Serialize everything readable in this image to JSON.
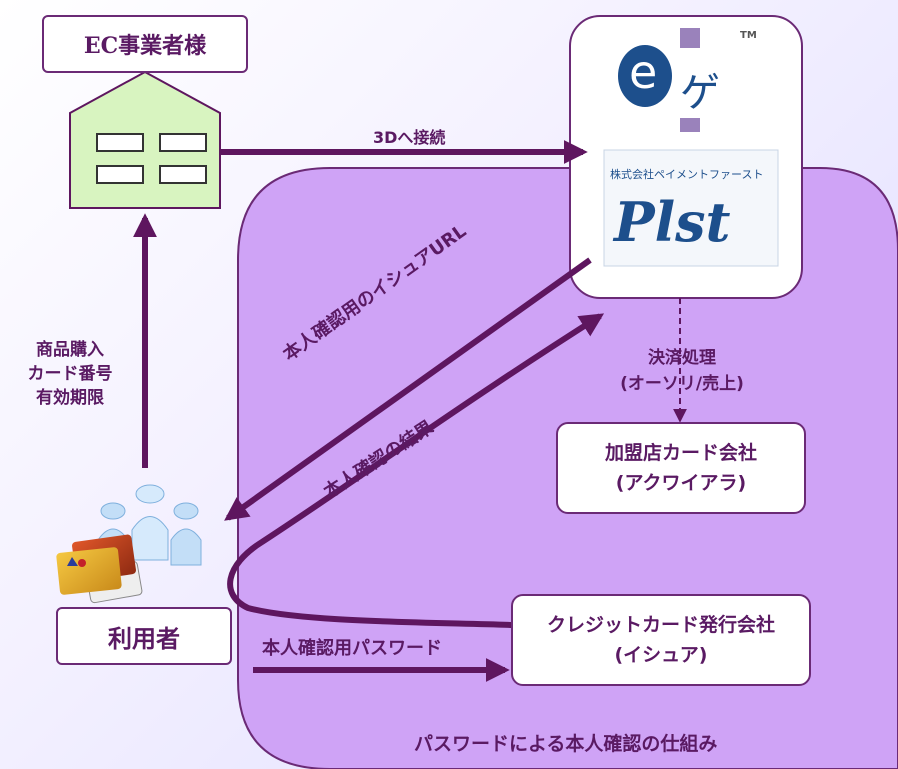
{
  "ec_merchant": {
    "label": "EC事業者様"
  },
  "user": {
    "label": "利用者"
  },
  "connect_3d": {
    "label": "3Dへ接続"
  },
  "purchase_info": {
    "line1": "商品購入",
    "line2": "カード番号",
    "line3": "有効期限"
  },
  "issuer_url": {
    "label": "本人確認用のイシュアURL"
  },
  "auth_result": {
    "label": "本人確認の結果"
  },
  "settlement": {
    "line1": "決済処理",
    "line2": "(オーソリ/売上)"
  },
  "acquirer": {
    "line1": "加盟店カード会社",
    "line2": "(アクワイアラ)"
  },
  "issuer": {
    "line1": "クレジットカード発行会社",
    "line2": "(イシュア)"
  },
  "password_label": {
    "label": "本人確認用パスワード"
  },
  "area_caption": {
    "label": "パスワードによる本人確認の仕組み"
  },
  "egate_logo": {
    "letter": "e",
    "kana": "ゲ",
    "tm": "TM"
  },
  "plst_logo": {
    "company": "株式会社ペイメントファースト",
    "name": "Plst"
  },
  "colors": {
    "arrow": "#5e165f",
    "area_fill": "#cfa3f6",
    "area_stroke": "#6b2a76",
    "logo_blue": "#1d4f8c"
  },
  "icons": [
    "house-icon",
    "users-icon",
    "credit-cards-icon"
  ]
}
